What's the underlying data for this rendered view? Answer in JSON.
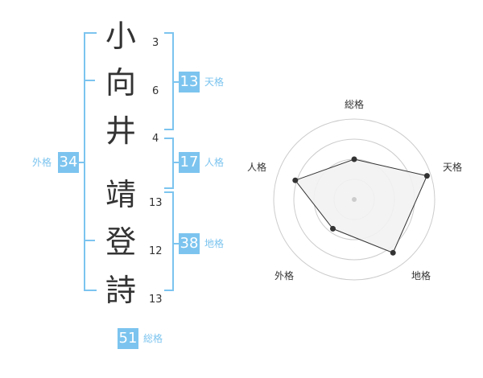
{
  "name_chars": [
    {
      "char": "小",
      "strokes": "3"
    },
    {
      "char": "向",
      "strokes": "6"
    },
    {
      "char": "井",
      "strokes": "4"
    },
    {
      "char": "靖",
      "strokes": "13"
    },
    {
      "char": "登",
      "strokes": "12"
    },
    {
      "char": "詩",
      "strokes": "13"
    }
  ],
  "kakusu": {
    "tenkaku": {
      "value": "13",
      "label": "天格"
    },
    "jinkaku": {
      "value": "17",
      "label": "人格"
    },
    "chikaku": {
      "value": "38",
      "label": "地格"
    },
    "gaikaku": {
      "value": "34",
      "label": "外格"
    },
    "soukaku": {
      "value": "51",
      "label": "総格"
    }
  },
  "colors": {
    "accent": "#7cc4ef",
    "text": "#333333"
  },
  "chart_data": {
    "type": "radar",
    "axes": [
      "総格",
      "天格",
      "地格",
      "外格",
      "人格"
    ],
    "rings": 4,
    "values": [
      0.5,
      0.95,
      0.82,
      0.45,
      0.77
    ],
    "marker_colors": {
      "line": "#333333",
      "fill": "#f2f2f2",
      "grid": "#cccccc"
    }
  }
}
